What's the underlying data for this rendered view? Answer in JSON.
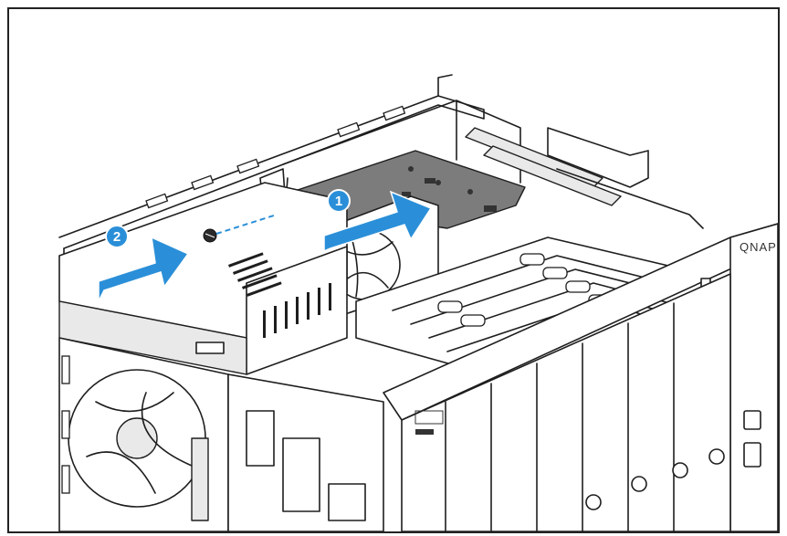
{
  "figure": {
    "accent_color": "#2a8fd8",
    "steps": [
      {
        "number": "1",
        "action": "slide-in-arrow"
      },
      {
        "number": "2",
        "action": "push-and-screw-arrow"
      }
    ],
    "front_panel_brand": "QNAP"
  }
}
